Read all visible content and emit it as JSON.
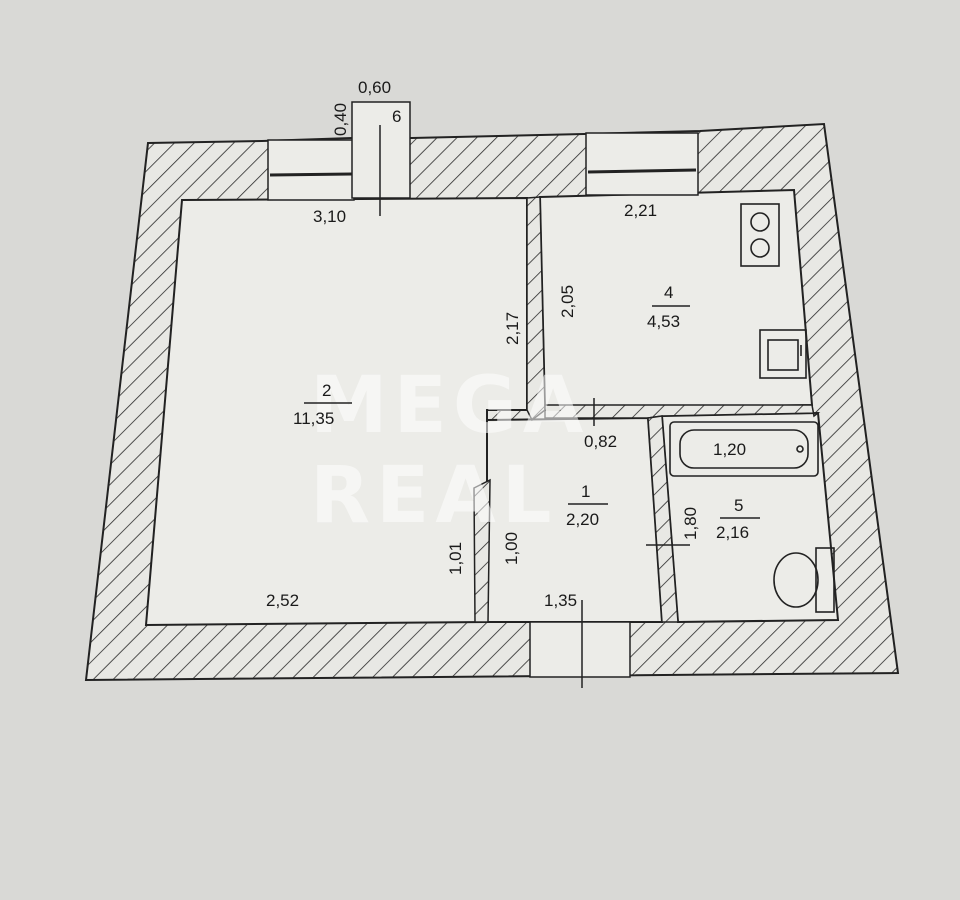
{
  "plan": {
    "balcony": {
      "label": "6",
      "width": "0,60",
      "depth": "0,40"
    },
    "rooms": [
      {
        "number": "1",
        "area": "2,20"
      },
      {
        "number": "2",
        "area": "11,35"
      },
      {
        "number": "4",
        "area": "4,53"
      },
      {
        "number": "5",
        "area": "2,16"
      }
    ],
    "dimensions": {
      "room2_top": "3,10",
      "room2_right": "2,17",
      "room2_bottom": "2,52",
      "partition_left": "1,01",
      "room1_left": "1,00",
      "room1_bottom": "1,35",
      "kitchen_top": "2,21",
      "kitchen_left": "2,05",
      "hall_passage": "0,82",
      "bath_left": "1,80",
      "bathtub": "1,20"
    },
    "watermark": [
      "MEGA",
      "REAL"
    ]
  }
}
